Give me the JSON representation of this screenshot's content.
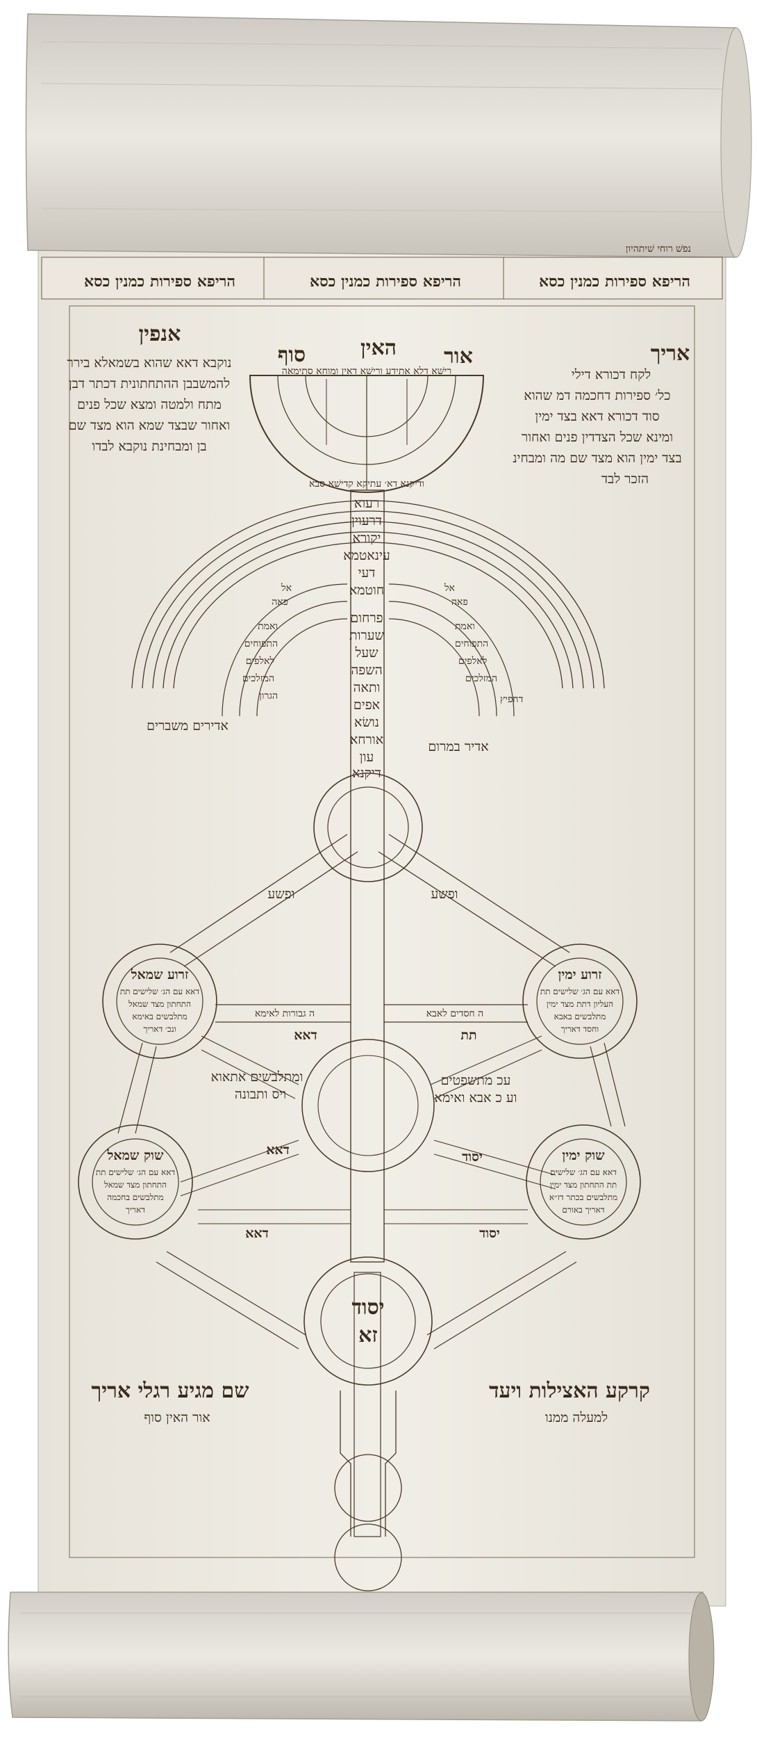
{
  "header": {
    "col_right_title": "הריפא ספירות כמנין כסא",
    "col_mid_title": "הריפא ספירות כמנין כסא",
    "col_left_title": "הריפא ספירות כמנין כסא",
    "top_right_corner": "נפשׁ רוחי שׁיתהיון"
  },
  "partzufim": {
    "arich_title": "אריך",
    "anpin_title": "אנפין",
    "arich_text": [
      "לקח דכורא דילי",
      "כל׳ ספירות דחכמה דמ שהוא",
      "סוד דכורא דאא בצד ימין",
      "ומינא שכל הצדדין פנים ואחור",
      "בצד ימין הוא מצד שם מה ומבחינ",
      "הזכר לבד"
    ],
    "anpin_text": [
      "נוקבא דאא שהוא בשמאלא בירר",
      "להמשבבן ההתחתונית דכתר דבן",
      "מתח ולמטה ומצא שכל פנים",
      "ואחור שבצד שמא הוא מצד שם",
      "בן ומבחינת נוקבא לבדו"
    ]
  },
  "crown": {
    "ohr": "אור",
    "haein": "האין",
    "sof": "סוף",
    "line": "רישׁא דלא אתידע ורישׁא דאין ומוחא סתימאה",
    "under": "ודיקנא דא׳ עתיקא קדישׁא סבא"
  },
  "beard": {
    "column_words": [
      "רעוא",
      "דרעוין",
      "יקורא",
      "עינאטמא",
      "דעי",
      "חוטמא",
      "פרחום",
      "שערות",
      "שעל",
      "השפה",
      "ותאה",
      "אפים",
      "נושׂא",
      "אורחא",
      "עון",
      "דיקנא"
    ],
    "right_arc_label": "אדיר במרום",
    "left_arc_label": "אדירים משברים",
    "right_inner": [
      "אל",
      "פאה",
      "ואמת",
      "התפוחים",
      "לאלפים",
      "המזלכים",
      "דחפיץ"
    ],
    "left_inner": [
      "אל",
      "פאה",
      "ואמת",
      "התפוחים",
      "לאלפים",
      "המזלכים",
      "הגרון"
    ]
  },
  "sefirot": {
    "right_arm": {
      "title": "זרוע ימין",
      "lines": [
        "דאא עם הג׳ שלישים תת",
        "העליון דתת מצד ימין",
        "מתלבשים באבא",
        "וחסד דאריך"
      ]
    },
    "left_arm": {
      "title": "זרוע שמאל",
      "lines": [
        "דאא עם הג׳ שלישים תת",
        "התחתון מצד שמאל",
        "מתלבשים באימא",
        "ונכ׳ דאריך"
      ]
    },
    "right_leg": {
      "title": "שוק ימין",
      "lines": [
        "דאא עם הג׳ שלישים",
        "תת התחתון מצד ימין",
        "מתלבשים בכתר דז״א",
        "דאריך באורם"
      ]
    },
    "left_leg": {
      "title": "שוק שמאל",
      "lines": [
        "דאא עם הג׳ שלישים תת",
        "התחתון מצד שמאל",
        "מתלבשים בחכמה",
        "דאריך"
      ]
    },
    "yesod": {
      "title": "יסוד",
      "subtitle": "זא"
    }
  },
  "labels": {
    "vpesha_right": "ופשע",
    "vpesha_left": "ופשע",
    "daa_1": "דאא",
    "daa_2": "דאא",
    "daa_3": "דאא",
    "tat": "תת",
    "yesod_1": "יסוד",
    "yesod_2": "יסוד",
    "mitlabshim": "ומתלבשים אתאוא",
    "vis": "ויס ותבונה",
    "mishpatim": "עכ מתשפטים",
    "abba_imma": "וע כ אבא ואימא",
    "gvurot": "ה גבורות לאימא",
    "chasadim": "ה חסדים לאבא"
  },
  "bottom": {
    "right_line1": "קרקע האצילות ויעד",
    "right_line2": "למעלה ממנו",
    "left_line1": "שם מגיע רגלי אריך",
    "left_line2": "אור האין סוף"
  }
}
